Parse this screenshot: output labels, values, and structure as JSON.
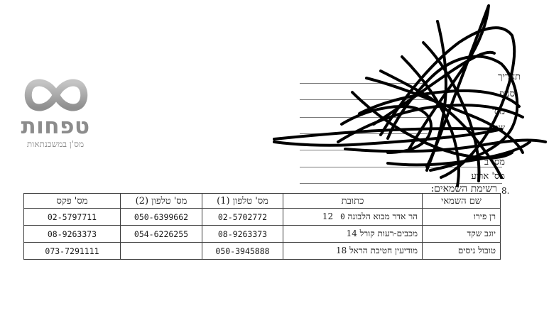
{
  "logo": {
    "name": "טפחות",
    "tagline": "מס'ן במשכנתאות",
    "color": "#8c8c8c"
  },
  "form": {
    "fields": [
      {
        "label": "תאריך"
      },
      {
        "label": "סניף"
      },
      {
        "label": "מס'"
      },
      {
        "label": "שם"
      },
      {
        "label": ""
      },
      {
        "label": ""
      },
      {
        "label": "מס' ב"
      },
      {
        "label": "מס' ארוע"
      }
    ]
  },
  "section": {
    "number": "8.",
    "title": "רשימת השמאים:"
  },
  "table": {
    "headers": [
      "שם השמאי",
      "כתובת",
      "מס' טלפון (1)",
      "מס' טלפון (2)",
      "מס' פקס"
    ],
    "rows": [
      {
        "name": "רן פירו",
        "address": "הר אדר מבוא הלבונה 12",
        "address_extra": "0",
        "phone1": "02-5702772",
        "phone2": "050-6399662",
        "fax": "02-5797711"
      },
      {
        "name": "יוגב שקד",
        "address": "מכבים-רעות קורל 14",
        "address_extra": "",
        "phone1": "08-9263373",
        "phone2": "054-6226255",
        "fax": "08-9263373"
      },
      {
        "name": "טובול ניסים",
        "address": "מודיעין חטיבת הראל 18",
        "address_extra": "",
        "phone1": "050-3945888",
        "phone2": "",
        "fax": "073-7291111"
      }
    ]
  }
}
